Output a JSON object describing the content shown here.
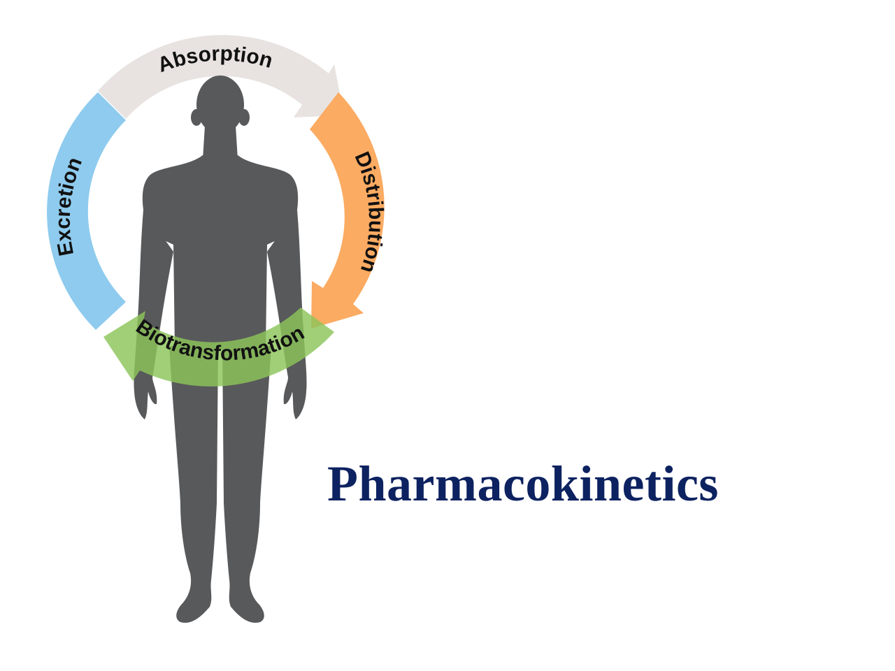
{
  "title": "Pharmacokinetics",
  "diagram": {
    "type": "cycle",
    "center_figure": "human-silhouette",
    "stages": [
      {
        "key": "absorption",
        "label": "Absorption",
        "color": "#e8e3e0",
        "position": "top"
      },
      {
        "key": "distribution",
        "label": "Distribution",
        "color": "#fbab62",
        "position": "right"
      },
      {
        "key": "biotransformation",
        "label": "Biotransformation",
        "color": "#8cc45a",
        "position": "bottom"
      },
      {
        "key": "excretion",
        "label": "Excretion",
        "color": "#8ecbee",
        "position": "left"
      }
    ],
    "body_color": "#58595b"
  },
  "colors": {
    "title": "#0d2260",
    "label_text": "#111111",
    "background": "#ffffff"
  }
}
